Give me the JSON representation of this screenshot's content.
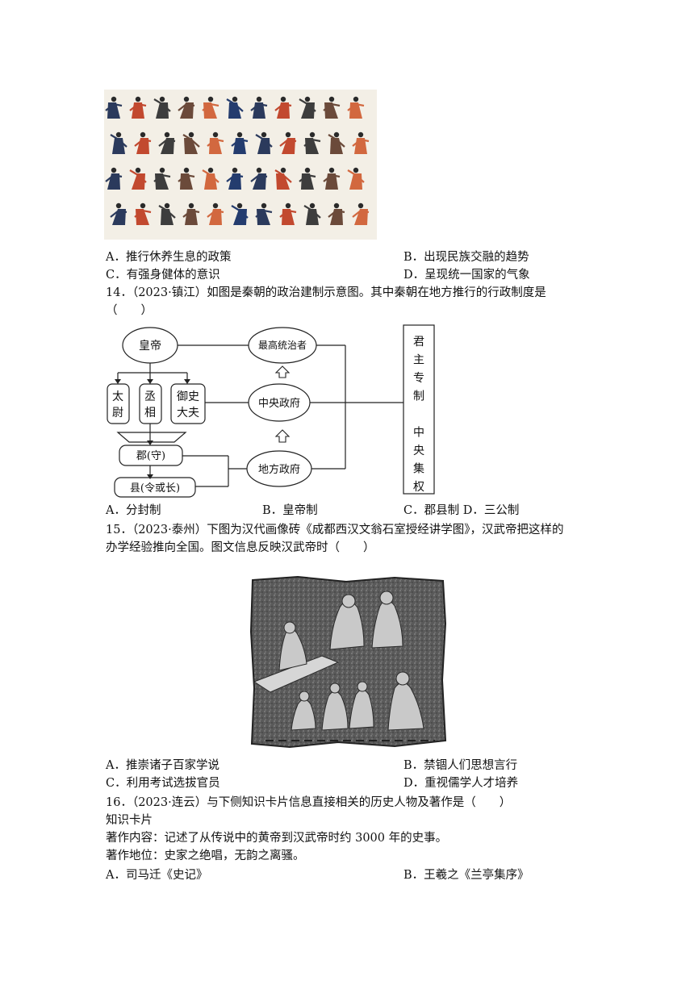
{
  "q13": {
    "options": [
      "A．推行休养生息的政策",
      "B．出现民族交融的趋势",
      "C．有强身健体的意识",
      "D．呈现统一国家的气象"
    ]
  },
  "q14": {
    "stem_line1": "14．（2023·镇江）如图是秦朝的政治建制示意图。其中秦朝在地方推行的行政制度是",
    "stem_line2": "（　　）",
    "diagram": {
      "emperor": "皇帝",
      "supreme": "最高统治者",
      "taiwei_1": "太",
      "taiwei_2": "尉",
      "chengxiang_1": "丞",
      "chengxiang_2": "相",
      "yushi_1": "御史",
      "yushi_2": "大夫",
      "central": "中央政府",
      "commandery": "郡(守)",
      "local": "地方政府",
      "county": "县(令或长)",
      "vertical_chars": [
        "君",
        "主",
        "专",
        "制",
        "",
        "中",
        "央",
        "集",
        "权"
      ]
    },
    "options": [
      "A．分封制",
      "B．皇帝制",
      "C．郡县制 D．三公制"
    ]
  },
  "q15": {
    "stem_line1": "15．（2023·泰州）下图为汉代画像砖《成都西汉文翁石室授经讲学图》，汉武帝把这样的",
    "stem_line2": "办学经验推向全国。图文信息反映汉武帝时（　　）",
    "options": [
      "A．推崇诸子百家学说",
      "B．禁锢人们思想言行",
      "C．利用考试选拔官员",
      "D．重视儒学人才培养"
    ]
  },
  "q16": {
    "stem": "16．（2023·连云）与下侧知识卡片信息直接相关的历史人物及著作是（　　）",
    "card_title": "知识卡片",
    "card_line1": "著作内容：记述了从传说中的黄帝到汉武帝时约 3000 年的史事。",
    "card_line2": "著作地位：史家之绝唱，无韵之离骚。",
    "options": [
      "A．司马迁《史记》",
      "B．王羲之《兰亭集序》"
    ]
  }
}
